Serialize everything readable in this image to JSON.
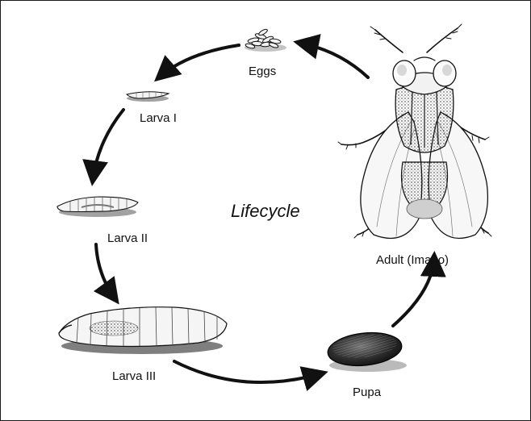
{
  "diagram": {
    "center_label": "Lifecycle",
    "stages": [
      {
        "id": "eggs",
        "label": "Eggs"
      },
      {
        "id": "larva1",
        "label": "Larva I"
      },
      {
        "id": "larva2",
        "label": "Larva II"
      },
      {
        "id": "larva3",
        "label": "Larva III"
      },
      {
        "id": "pupa",
        "label": "Pupa"
      },
      {
        "id": "adult",
        "label": "Adult (Imago)"
      }
    ],
    "colors": {
      "ink": "#111111",
      "shade": "#555555",
      "light": "#bdbdbd",
      "background": "#ffffff"
    }
  }
}
